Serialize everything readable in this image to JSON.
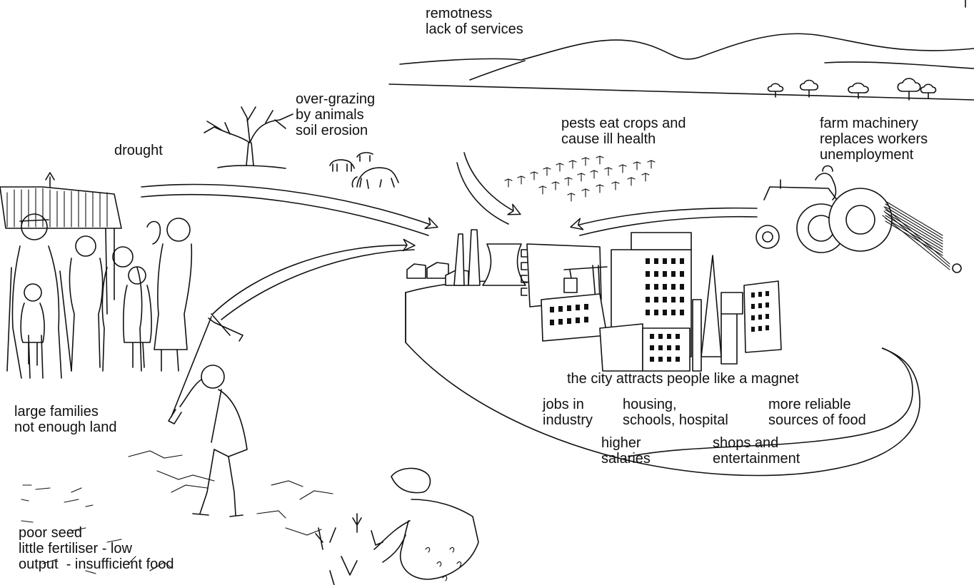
{
  "labels": {
    "remoteness": "remotness\nlack of services",
    "overgrazing": "over-grazing\nby animals\nsoil erosion",
    "drought": "drought",
    "pests": "pests eat crops and\ncause ill health",
    "machinery": "farm machinery\nreplaces workers\nunemployment",
    "families": "large families\nnot enough land",
    "seed": "poor seed\nlittle fertiliser - low\noutput  - insufficient food",
    "magnet": "the city attracts people like a magnet",
    "jobs": "jobs in\nindustry",
    "housing": "housing,\nschools, hospital",
    "food": "more reliable\nsources of food",
    "salaries": "higher\nsalaries",
    "shops": "shops and\nentertainment"
  }
}
